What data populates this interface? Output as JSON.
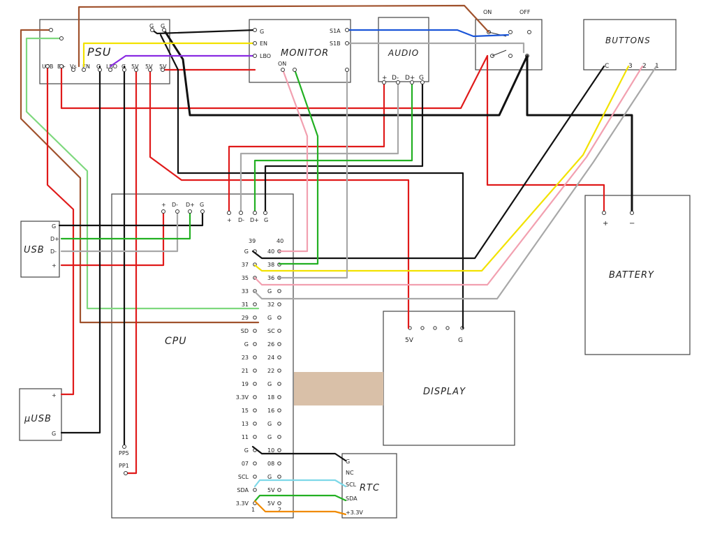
{
  "components": {
    "psu": {
      "title": "PSU",
      "pins_bottom": [
        "USB",
        "B+",
        "Vs",
        "EN",
        "G",
        "LBO",
        "G",
        "5V",
        "5V",
        "5V"
      ],
      "pins_top": [
        "G",
        "G"
      ]
    },
    "monitor": {
      "title": "MONITOR",
      "pins_left": [
        "G",
        "EN",
        "LBO"
      ],
      "pins_right": [
        "S1A",
        "S1B"
      ],
      "pin_on": "ON"
    },
    "audio": {
      "title": "AUDIO",
      "pins_bottom": [
        "+",
        "D-",
        "D+",
        "G"
      ]
    },
    "switch": {
      "on": "ON",
      "off": "OFF"
    },
    "buttons": {
      "title": "BUTTONS",
      "pins": [
        "C",
        "3",
        "2",
        "1"
      ]
    },
    "battery": {
      "title": "BATTERY",
      "plus": "+",
      "minus": "−"
    },
    "usb": {
      "title": "USB",
      "pins": [
        "G",
        "D+",
        "D-",
        "+"
      ]
    },
    "musb": {
      "title": "μUSB",
      "pins": [
        "+",
        "G"
      ]
    },
    "cpu": {
      "title": "CPU",
      "usb_header": [
        "+",
        "D-",
        "D+",
        "G"
      ],
      "audio_header": [
        "+",
        "D-",
        "D+",
        "G"
      ],
      "pp_pins": [
        "PP5",
        "PP1"
      ],
      "col_top": [
        "39",
        "40"
      ],
      "col_bottom": [
        "1",
        "2"
      ],
      "gpio_left": [
        "G",
        "37",
        "35",
        "33",
        "31",
        "29",
        "SD",
        "G",
        "23",
        "21",
        "19",
        "3.3V",
        "15",
        "13",
        "11",
        "G",
        "07",
        "SCL",
        "SDA",
        "3.3V"
      ],
      "gpio_right": [
        "40",
        "38",
        "36",
        "G",
        "32",
        "G",
        "SC",
        "26",
        "24",
        "22",
        "G",
        "18",
        "16",
        "G",
        "G",
        "10",
        "08",
        "G",
        "5V",
        "5V"
      ]
    },
    "display": {
      "title": "DISPLAY",
      "pins": [
        "5V",
        "G"
      ]
    },
    "rtc": {
      "title": "RTC",
      "pins": [
        "G",
        "NC",
        "SCL",
        "SDA",
        "+3.3V"
      ]
    }
  },
  "colors": {
    "red": "#e01a1a",
    "black": "#111111",
    "green": "#22b022",
    "light_green": "#7ed87e",
    "yellow": "#f2e200",
    "pink": "#f2a0b0",
    "gray": "#a8a8a8",
    "blue": "#1a55d8",
    "purple": "#8a2be2",
    "brown": "#a0522d",
    "cyan": "#7ed8e8",
    "orange": "#f08a00",
    "ribbon": "#d9c0a8"
  }
}
